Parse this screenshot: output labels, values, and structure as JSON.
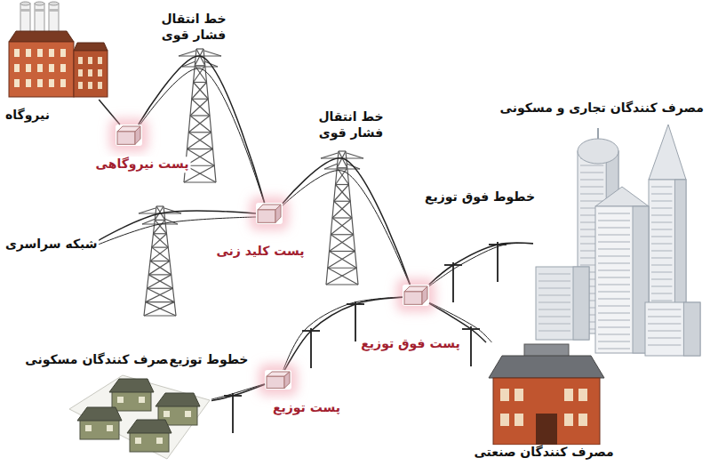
{
  "diagram": {
    "nodes": [
      {
        "text": [
          "نیروگاه"
        ]
      },
      {
        "text": [
          "پست نیروگاهی"
        ]
      },
      {
        "text": [
          "پست کلید زنی"
        ]
      },
      {
        "text": [
          "پست فوق توزیع"
        ]
      },
      {
        "text": [
          "مصرف کنندگان تجاری و مسکونی"
        ]
      },
      {
        "text": [
          "مصرف کنندگان صنعتی"
        ]
      },
      {
        "text": [
          "پست توزیع"
        ]
      },
      {
        "text": [
          "مصرف کنندگان مسکونی"
        ]
      }
    ],
    "edges": [
      {
        "from": 0,
        "to": 1,
        "arrow": "none"
      },
      {
        "from": 1,
        "to": 2,
        "label": "خط انتقال فشار قوی",
        "arrow": "none"
      },
      {
        "from": 2,
        "to": 3,
        "label": "خط انتقال فشار قوی",
        "arrow": "none"
      },
      {
        "from": 3,
        "to": 4,
        "label": "خطوط فوق توزیع",
        "arrow": "none"
      },
      {
        "from": 3,
        "to": 5,
        "arrow": "none"
      },
      {
        "from": 3,
        "to": 6,
        "arrow": "none"
      },
      {
        "from": 6,
        "to": 7,
        "label": "خطوط توزیع",
        "arrow": "none"
      }
    ],
    "labels": [
      "شبکه سراسری"
    ]
  }
}
